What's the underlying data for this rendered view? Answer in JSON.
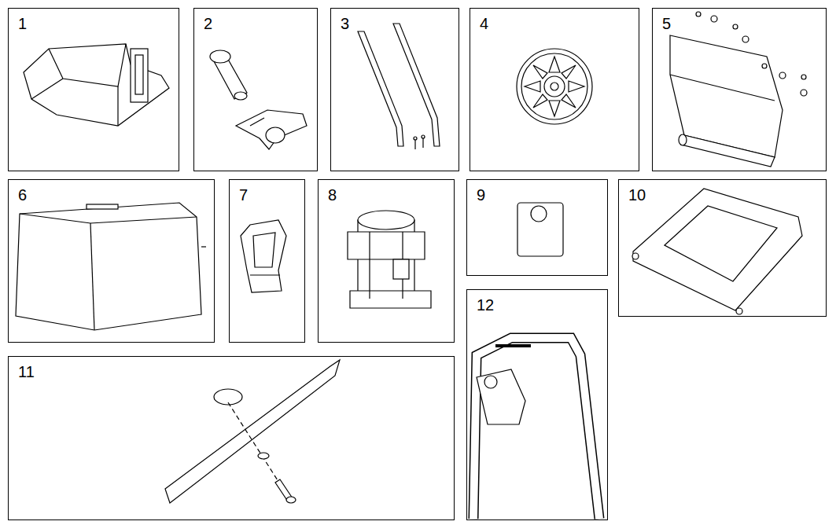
{
  "diagram": {
    "nodes": [
      {
        "text": [
          "1"
        ]
      },
      {
        "text": [
          "2"
        ]
      },
      {
        "text": [
          "3"
        ]
      },
      {
        "text": [
          "4"
        ]
      },
      {
        "text": [
          "5"
        ]
      },
      {
        "text": [
          "6"
        ]
      },
      {
        "text": [
          "7"
        ]
      },
      {
        "text": [
          "8"
        ]
      },
      {
        "text": [
          "9"
        ]
      },
      {
        "text": [
          "10"
        ]
      },
      {
        "text": [
          "11"
        ]
      },
      {
        "text": [
          "12"
        ]
      }
    ]
  }
}
